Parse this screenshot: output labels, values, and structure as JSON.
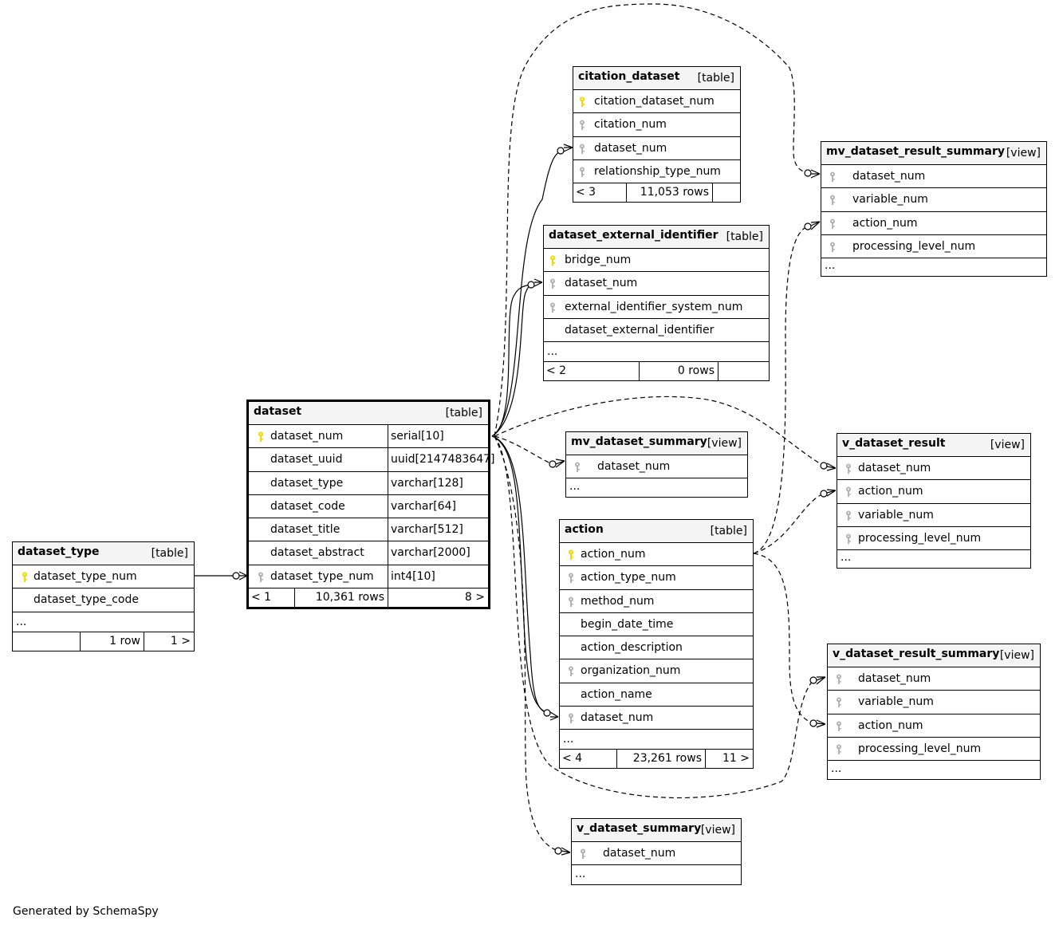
{
  "credit": "Generated by SchemaSpy",
  "colors": {
    "primary_key": "#f0d800",
    "foreign_key": "#b3b3b3",
    "header_bg": "#f4f4f4"
  },
  "tables": {
    "citation_dataset": {
      "name": "citation_dataset",
      "type": "[table]",
      "columns": [
        {
          "name": "citation_dataset_num",
          "key": "primary"
        },
        {
          "name": "citation_num",
          "key": "foreign"
        },
        {
          "name": "dataset_num",
          "key": "foreign"
        },
        {
          "name": "relationship_type_num",
          "key": "foreign"
        }
      ],
      "footer": {
        "parents": "< 3",
        "rows": "11,053 rows",
        "children": ""
      }
    },
    "dataset_external_identifier": {
      "name": "dataset_external_identifier",
      "type": "[table]",
      "columns": [
        {
          "name": "bridge_num",
          "key": "primary"
        },
        {
          "name": "dataset_num",
          "key": "foreign"
        },
        {
          "name": "external_identifier_system_num",
          "key": "foreign"
        },
        {
          "name": "dataset_external_identifier",
          "key": "none"
        }
      ],
      "ellipsis": "...",
      "footer": {
        "parents": "< 2",
        "rows": "0 rows",
        "children": ""
      }
    },
    "mv_dataset_result_summary": {
      "name": "mv_dataset_result_summary",
      "type": "[view]",
      "columns": [
        {
          "name": "dataset_num",
          "key": "foreign"
        },
        {
          "name": "variable_num",
          "key": "foreign"
        },
        {
          "name": "action_num",
          "key": "foreign"
        },
        {
          "name": "processing_level_num",
          "key": "foreign"
        }
      ],
      "ellipsis": "..."
    },
    "dataset": {
      "name": "dataset",
      "type": "[table]",
      "columns": [
        {
          "name": "dataset_num",
          "type": "serial[10]",
          "key": "primary"
        },
        {
          "name": "dataset_uuid",
          "type": "uuid[2147483647]",
          "key": "none"
        },
        {
          "name": "dataset_type",
          "type": "varchar[128]",
          "key": "none"
        },
        {
          "name": "dataset_code",
          "type": "varchar[64]",
          "key": "none"
        },
        {
          "name": "dataset_title",
          "type": "varchar[512]",
          "key": "none"
        },
        {
          "name": "dataset_abstract",
          "type": "varchar[2000]",
          "key": "none"
        },
        {
          "name": "dataset_type_num",
          "type": "int4[10]",
          "key": "foreign"
        }
      ],
      "footer": {
        "parents": "< 1",
        "rows": "10,361 rows",
        "children": "8 >"
      }
    },
    "mv_dataset_summary": {
      "name": "mv_dataset_summary",
      "type": "[view]",
      "columns": [
        {
          "name": "dataset_num",
          "key": "foreign"
        }
      ],
      "ellipsis": "..."
    },
    "v_dataset_result": {
      "name": "v_dataset_result",
      "type": "[view]",
      "columns": [
        {
          "name": "dataset_num",
          "key": "foreign"
        },
        {
          "name": "action_num",
          "key": "foreign"
        },
        {
          "name": "variable_num",
          "key": "foreign"
        },
        {
          "name": "processing_level_num",
          "key": "foreign"
        }
      ],
      "ellipsis": "..."
    },
    "dataset_type": {
      "name": "dataset_type",
      "type": "[table]",
      "columns": [
        {
          "name": "dataset_type_num",
          "key": "primary"
        },
        {
          "name": "dataset_type_code",
          "key": "none"
        }
      ],
      "ellipsis": "...",
      "footer": {
        "parents": "",
        "rows": "1 row",
        "children": "1 >"
      }
    },
    "action": {
      "name": "action",
      "type": "[table]",
      "columns": [
        {
          "name": "action_num",
          "key": "primary"
        },
        {
          "name": "action_type_num",
          "key": "foreign"
        },
        {
          "name": "method_num",
          "key": "foreign"
        },
        {
          "name": "begin_date_time",
          "key": "none"
        },
        {
          "name": "action_description",
          "key": "none"
        },
        {
          "name": "organization_num",
          "key": "foreign"
        },
        {
          "name": "action_name",
          "key": "none"
        },
        {
          "name": "dataset_num",
          "key": "foreign"
        }
      ],
      "ellipsis": "...",
      "footer": {
        "parents": "< 4",
        "rows": "23,261 rows",
        "children": "11 >"
      }
    },
    "v_dataset_result_summary": {
      "name": "v_dataset_result_summary",
      "type": "[view]",
      "columns": [
        {
          "name": "dataset_num",
          "key": "foreign"
        },
        {
          "name": "variable_num",
          "key": "foreign"
        },
        {
          "name": "action_num",
          "key": "foreign"
        },
        {
          "name": "processing_level_num",
          "key": "foreign"
        }
      ],
      "ellipsis": "..."
    },
    "v_dataset_summary": {
      "name": "v_dataset_summary",
      "type": "[view]",
      "columns": [
        {
          "name": "dataset_num",
          "key": "foreign"
        }
      ],
      "ellipsis": "..."
    }
  },
  "relationships": [
    {
      "from": "dataset_type.dataset_type_num",
      "to": "dataset.dataset_type_num",
      "style": "solid"
    },
    {
      "from": "dataset.dataset_num",
      "to": "citation_dataset.dataset_num",
      "style": "solid"
    },
    {
      "from": "dataset.dataset_num",
      "to": "dataset_external_identifier.dataset_num",
      "style": "solid"
    },
    {
      "from": "dataset.dataset_num",
      "to": "action.dataset_num",
      "style": "solid"
    },
    {
      "from": "dataset.dataset_num",
      "to": "mv_dataset_summary.dataset_num",
      "style": "dashed"
    },
    {
      "from": "dataset.dataset_num",
      "to": "mv_dataset_result_summary.dataset_num",
      "style": "dashed"
    },
    {
      "from": "dataset.dataset_num",
      "to": "v_dataset_result.dataset_num",
      "style": "dashed"
    },
    {
      "from": "dataset.dataset_num",
      "to": "v_dataset_result_summary.dataset_num",
      "style": "dashed"
    },
    {
      "from": "dataset.dataset_num",
      "to": "v_dataset_summary.dataset_num",
      "style": "dashed"
    },
    {
      "from": "action.action_num",
      "to": "mv_dataset_result_summary.action_num",
      "style": "dashed"
    },
    {
      "from": "action.action_num",
      "to": "v_dataset_result.action_num",
      "style": "dashed"
    },
    {
      "from": "action.action_num",
      "to": "v_dataset_result_summary.action_num",
      "style": "dashed"
    }
  ]
}
